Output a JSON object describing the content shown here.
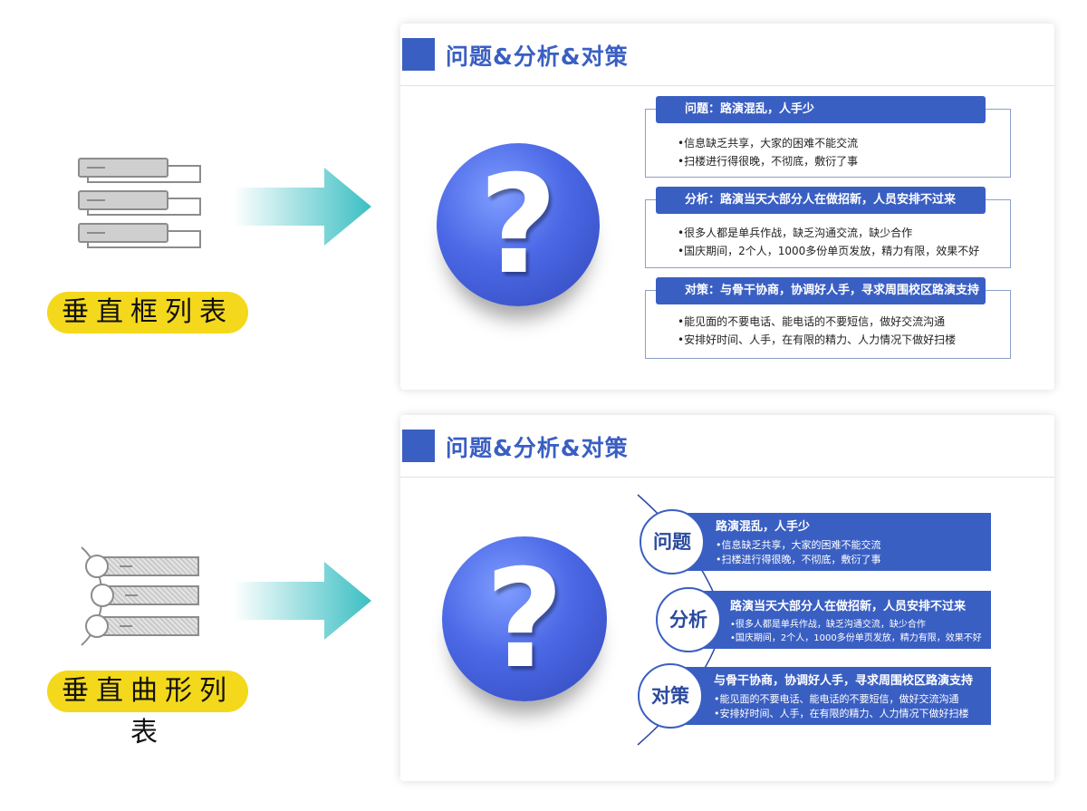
{
  "labels": {
    "vertical_box_list": "垂直框列表",
    "vertical_curve_list": "垂直曲形列表"
  },
  "colors": {
    "accent": "#3a5fc3",
    "pill": "#f4d81b",
    "arrow": "#3bbfc3"
  },
  "icons": {
    "arrow": "arrow-right-icon",
    "question": "question-mark-icon"
  },
  "slide_top": {
    "title": "问题&分析&对策",
    "sections": [
      {
        "heading": "问题：路演混乱，人手少",
        "bullets": [
          "•信息缺乏共享，大家的困难不能交流",
          "•扫楼进行得很晚，不彻底，敷衍了事"
        ]
      },
      {
        "heading": "分析：路演当天大部分人在做招新，人员安排不过来",
        "bullets": [
          "•很多人都是单兵作战，缺乏沟通交流，缺少合作",
          "•国庆期间，2个人，1000多份单页发放，精力有限，效果不好"
        ]
      },
      {
        "heading": "对策：与骨干协商，协调好人手，寻求周围校区路演支持",
        "bullets": [
          "•能见面的不要电话、能电话的不要短信，做好交流沟通",
          "•安排好时间、人手，在有限的精力、人力情况下做好扫楼"
        ]
      }
    ]
  },
  "slide_bottom": {
    "title": "问题&分析&对策",
    "sections": [
      {
        "circle": "问题",
        "heading": "路演混乱，人手少",
        "bullets": [
          "•信息缺乏共享，大家的困难不能交流",
          "•扫楼进行得很晚，不彻底，敷衍了事"
        ]
      },
      {
        "circle": "分析",
        "heading": "路演当天大部分人在做招新，人员安排不过来",
        "bullets": [
          "•很多人都是单兵作战，缺乏沟通交流，缺少合作",
          "•国庆期间，2个人，1000多份单页发放，精力有限，效果不好"
        ]
      },
      {
        "circle": "对策",
        "heading": "与骨干协商，协调好人手，寻求周围校区路演支持",
        "bullets": [
          "•能见面的不要电话、能电话的不要短信，做好交流沟通",
          "•安排好时间、人手，在有限的精力、人力情况下做好扫楼"
        ]
      }
    ]
  }
}
